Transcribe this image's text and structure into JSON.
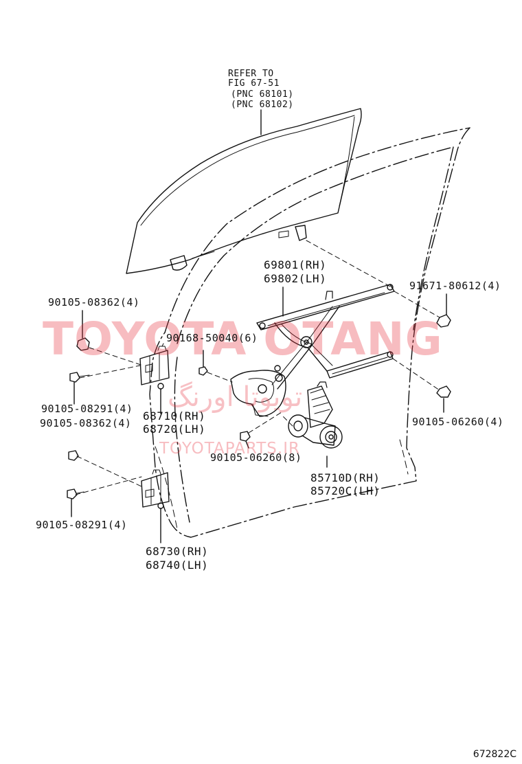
{
  "diagram": {
    "refer_lines": [
      "REFER TO",
      "FIG 67-51",
      "(PNC 68101)",
      "(PNC 68102)"
    ],
    "labels": {
      "regulator_rh": "69801(RH)",
      "regulator_lh": "69802(LH)",
      "bolt_91671": "91671-80612(4)",
      "bolt_90105_08362_top": "90105-08362(4)",
      "bolt_90168": "90168-50040(6)",
      "bolt_90105_08291_top": "90105-08291(4)",
      "bolt_90105_08362_mid": "90105-08362(4)",
      "hinge_upper_rh": "68710(RH)",
      "hinge_upper_lh": "68720(LH)",
      "bolt_90105_06260_right": "90105-06260(4)",
      "bolt_90105_06260_center": "90105-06260(8)",
      "motor_rh": "85710D(RH)",
      "motor_lh": "85720C(LH)",
      "bolt_90105_08291_bottom": "90105-08291(4)",
      "hinge_lower_rh": "68730(RH)",
      "hinge_lower_lh": "68740(LH)"
    },
    "figure_code": "672822C"
  },
  "watermark": {
    "main": "TOYOTA OTANG",
    "arabic": "تویوتا اورنگ",
    "sub": "TOYOTAPARTS.IR",
    "color": "#e8323f"
  },
  "colors": {
    "line": "#111111"
  }
}
